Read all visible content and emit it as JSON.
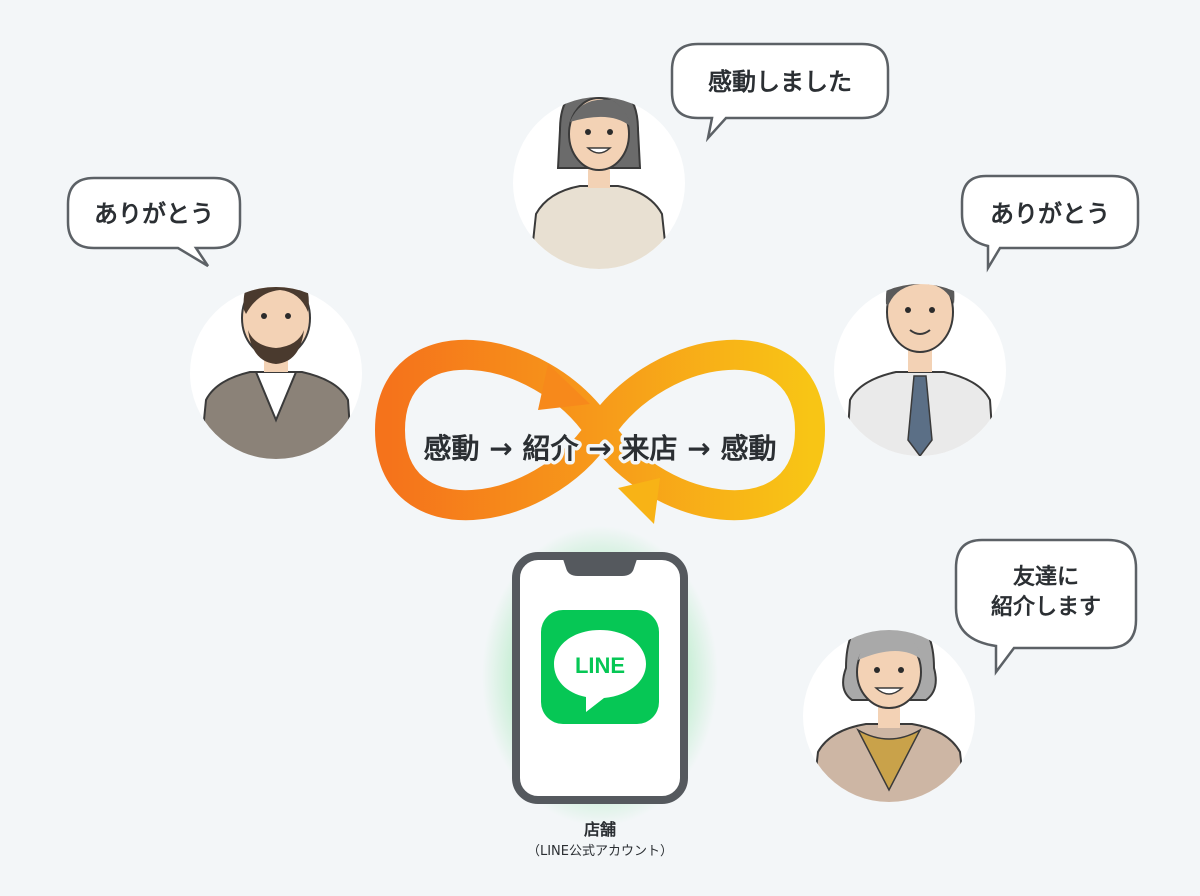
{
  "bubbles": {
    "left_thanks": "ありがとう",
    "top_moved": "感動しました",
    "right_thanks": "ありがとう",
    "refer_line1": "友達に",
    "refer_line2": "紹介します"
  },
  "cycle": {
    "w1": "感動",
    "w2": "紹介",
    "w3": "来店",
    "w4": "感動",
    "arrow": "→"
  },
  "phone": {
    "app_logo": "LINE",
    "store_label": "店舗",
    "store_sub": "（LINE公式アカウント）"
  },
  "colors": {
    "background": "#f3f6f8",
    "arrow_orange": "#f5731b",
    "arrow_yellow": "#f8c515",
    "line_green": "#06c755",
    "phone_frame": "#55595e"
  },
  "icons": [
    "customer-man-beard-icon",
    "customer-woman-icon",
    "customer-man-tie-icon",
    "customer-elderly-woman-icon",
    "smartphone-icon",
    "line-app-icon",
    "infinity-loop-icon"
  ]
}
